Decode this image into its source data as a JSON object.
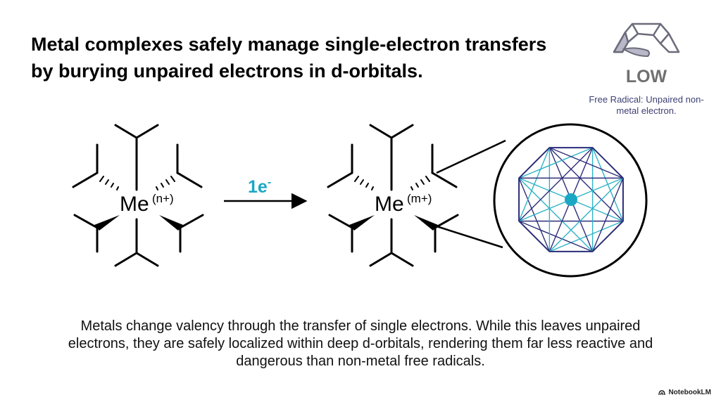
{
  "title": "Metal complexes safely manage single-electron transfers by burying unpaired electrons in d-orbitals.",
  "gauge": {
    "level": "LOW",
    "caption": "Free Radical: Unpaired non-metal electron.",
    "needle_fraction": 0.05
  },
  "reaction": {
    "left_metal": "Me",
    "left_charge": "(n+)",
    "arrow_label_base": "1e",
    "arrow_label_sup": "-",
    "right_metal": "Me",
    "right_charge": "(m+)"
  },
  "body": "Metals change valency through the transfer of single electrons. While this leaves unpaired electrons, they are safely localized within deep d-orbitals, rendering them far less reactive and dangerous than non-metal free radicals.",
  "brand": "NotebookLM",
  "colors": {
    "accent": "#1aa7c4",
    "navy": "#2d2e7a",
    "teal_line": "#2fb3c6",
    "gauge_fill": "#b8b8c8",
    "gauge_stroke": "#6b6b7a",
    "caption": "#3c3f73"
  }
}
